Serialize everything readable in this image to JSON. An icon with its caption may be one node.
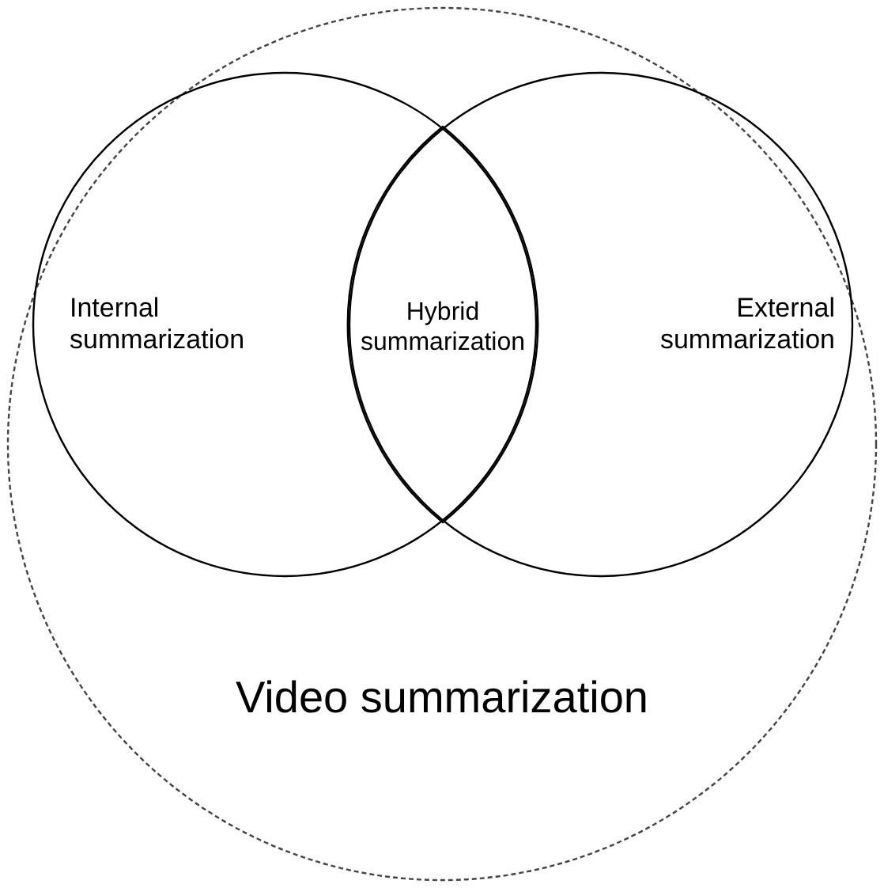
{
  "diagram": {
    "nodes": [
      {
        "text": [
          "Video summarization"
        ]
      },
      {
        "text": [
          "Internal summarization"
        ],
        "in": 0
      },
      {
        "text": [
          "External summarization"
        ],
        "in": 0
      },
      {
        "text": [
          "Hybrid summarization"
        ]
      }
    ]
  }
}
